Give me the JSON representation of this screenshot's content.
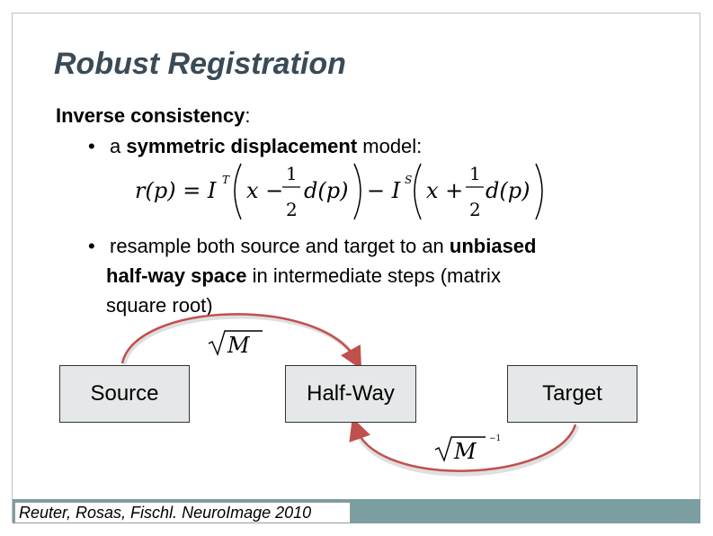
{
  "slide": {
    "title": "Robust Registration",
    "heading_bold": "Inverse consistency",
    "heading_suffix": ":",
    "bullet1": {
      "prefix": "a ",
      "bold": "symmetric displacement",
      "suffix": " model:"
    },
    "formula": {
      "lhs": "r(p) = I",
      "sup_T": "T",
      "sup_S": "S",
      "frac_num": "1",
      "frac_den": "2",
      "term1": "x − ",
      "term2": "x + ",
      "d_p": "d(p)",
      "minus_I": "− I"
    },
    "bullet2": {
      "prefix": "resample both source and target to an ",
      "bold1": "unbiased",
      "bold2": "half-way space",
      "suffix": " in intermediate steps (matrix",
      "line3": "square root)"
    },
    "diagram": {
      "source": "Source",
      "halfway": "Half-Way",
      "target": "Target",
      "sqrt_M": "M",
      "inv_exp": "−1"
    },
    "citation": "Reuter, Rosas, Fischl. NeuroImage 2010"
  },
  "colors": {
    "title": "#3a4b57",
    "arrow": "#c0504d",
    "box_fill": "#e4e8e8",
    "footer": "#7b9ea0"
  }
}
